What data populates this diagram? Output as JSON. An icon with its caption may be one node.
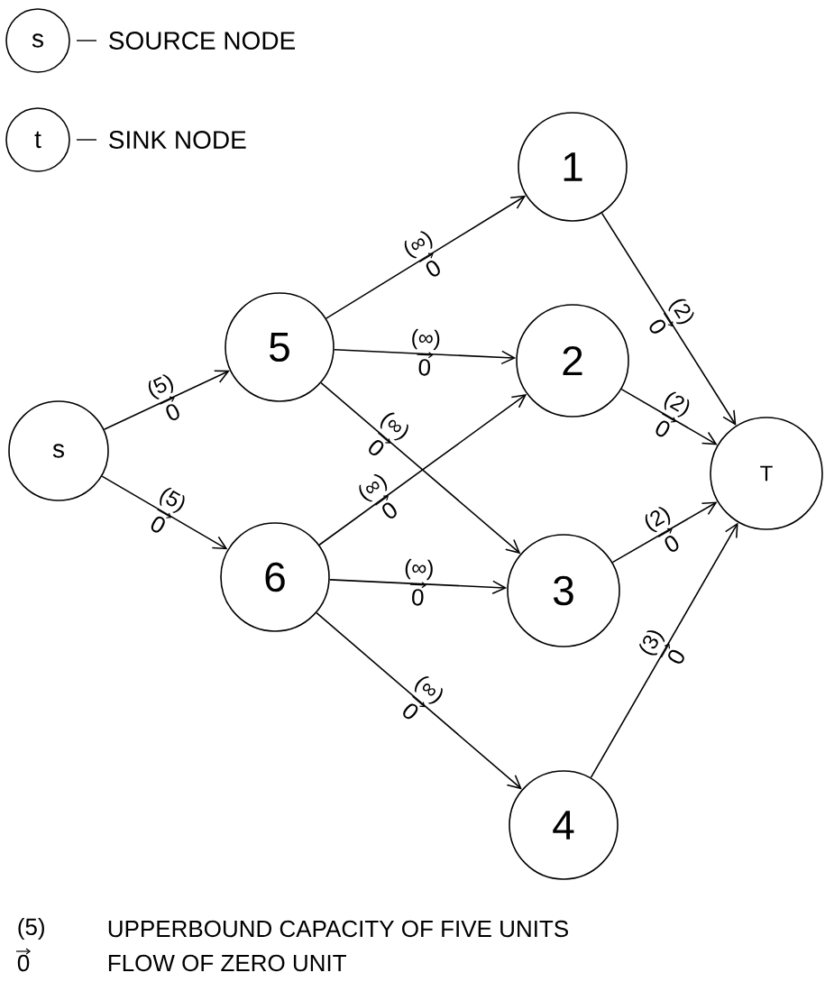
{
  "diagram": {
    "nodes": [
      {
        "text": [
          "s"
        ],
        "beside": [
          "SOURCE NODE"
        ]
      },
      {
        "text": [
          "t"
        ],
        "beside": [
          "SINK NODE"
        ]
      },
      {
        "text": [
          "1"
        ]
      },
      {
        "text": [
          "5"
        ]
      },
      {
        "text": [
          "2"
        ]
      },
      {
        "text": [
          "s"
        ]
      },
      {
        "text": [
          "T"
        ]
      },
      {
        "text": [
          "6"
        ]
      },
      {
        "text": [
          "3"
        ]
      },
      {
        "text": [
          "4"
        ]
      }
    ],
    "edges": [
      {
        "from": 5,
        "to": 3,
        "arrow": "to",
        "label": "(5)"
      },
      {
        "from": 5,
        "to": 7,
        "arrow": "to",
        "label": "(5)"
      },
      {
        "from": 3,
        "to": 2,
        "arrow": "to",
        "label": "(∞)"
      },
      {
        "from": 3,
        "to": 4,
        "arrow": "to",
        "label": "(∞)"
      },
      {
        "from": 3,
        "to": 8,
        "arrow": "to",
        "label": "(∞)"
      },
      {
        "from": 7,
        "to": 4,
        "arrow": "to",
        "label": "(∞)"
      },
      {
        "from": 7,
        "to": 8,
        "arrow": "to",
        "label": "(∞)"
      },
      {
        "from": 7,
        "to": 9,
        "arrow": "to",
        "label": "(∞)"
      },
      {
        "from": 2,
        "to": 6,
        "arrow": "to",
        "label": "(2)"
      },
      {
        "from": 4,
        "to": 6,
        "arrow": "to",
        "label": "(2)"
      },
      {
        "from": 8,
        "to": 6,
        "arrow": "to",
        "label": "(2)"
      },
      {
        "from": 9,
        "to": 6,
        "arrow": "to",
        "label": "(3)"
      }
    ],
    "labels": [
      "0",
      "0",
      "0",
      "0",
      "0",
      "0",
      "0",
      "0",
      "0",
      "0",
      "0",
      "0",
      "(5)",
      "UPPERBOUND CAPACITY OF FIVE UNITS",
      "0",
      "FLOW OF ZERO UNIT"
    ]
  }
}
